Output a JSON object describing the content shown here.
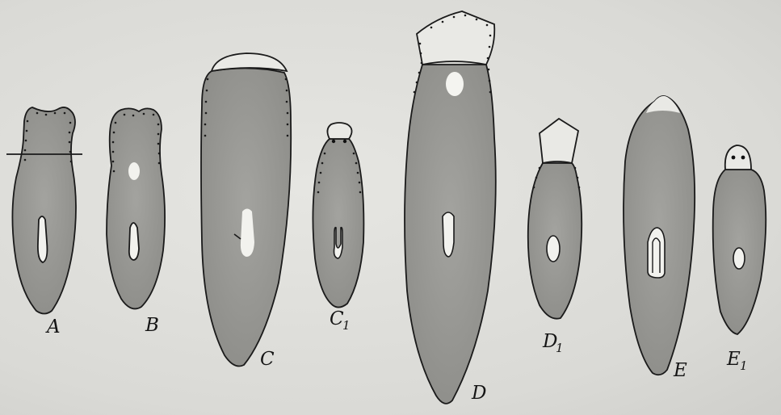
{
  "figure": {
    "labels": {
      "A": "A",
      "B": "B",
      "C": "C",
      "C1": "C",
      "C1_sub": "1",
      "D": "D",
      "D1": "D",
      "D1_sub": "1",
      "E": "E",
      "E1": "E",
      "E1_sub": "1"
    },
    "colors": {
      "body": "#9a9a96",
      "outline": "#1a1a1a",
      "pale_head": "#e9e9e5",
      "pharynx": "#f2f2ee",
      "background": "#dcdcd8"
    }
  }
}
